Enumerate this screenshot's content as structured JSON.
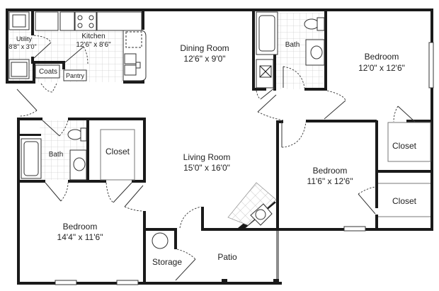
{
  "floor_plan": {
    "rooms": {
      "utility": {
        "name": "Utility",
        "size": "8'8\" x 3'0\""
      },
      "kitchen": {
        "name": "Kitchen",
        "size": "12'6\" x 8'6\""
      },
      "coats": {
        "name": "Coats"
      },
      "pantry": {
        "name": "Pantry"
      },
      "dining": {
        "name": "Dining Room",
        "size": "12'6\" x 9'0\""
      },
      "bath_top": {
        "name": "Bath"
      },
      "bedroom_top_right": {
        "name": "Bedroom",
        "size": "12'0\" x 12'6\""
      },
      "bath_left": {
        "name": "Bath"
      },
      "closet_left": {
        "name": "Closet"
      },
      "living": {
        "name": "Living Room",
        "size": "15'0\" x 16'0\""
      },
      "bedroom_mid_right": {
        "name": "Bedroom",
        "size": "11'6\" x 12'6\""
      },
      "closet_right_top": {
        "name": "Closet"
      },
      "closet_right_bottom": {
        "name": "Closet"
      },
      "bedroom_bottom_left": {
        "name": "Bedroom",
        "size": "14'4\" x 11'6\""
      },
      "storage": {
        "name": "Storage"
      },
      "patio": {
        "name": "Patio"
      }
    },
    "colors": {
      "wall": "#1a1a1a",
      "background": "#ffffff",
      "tile_grid": "#cfcfcf"
    }
  }
}
